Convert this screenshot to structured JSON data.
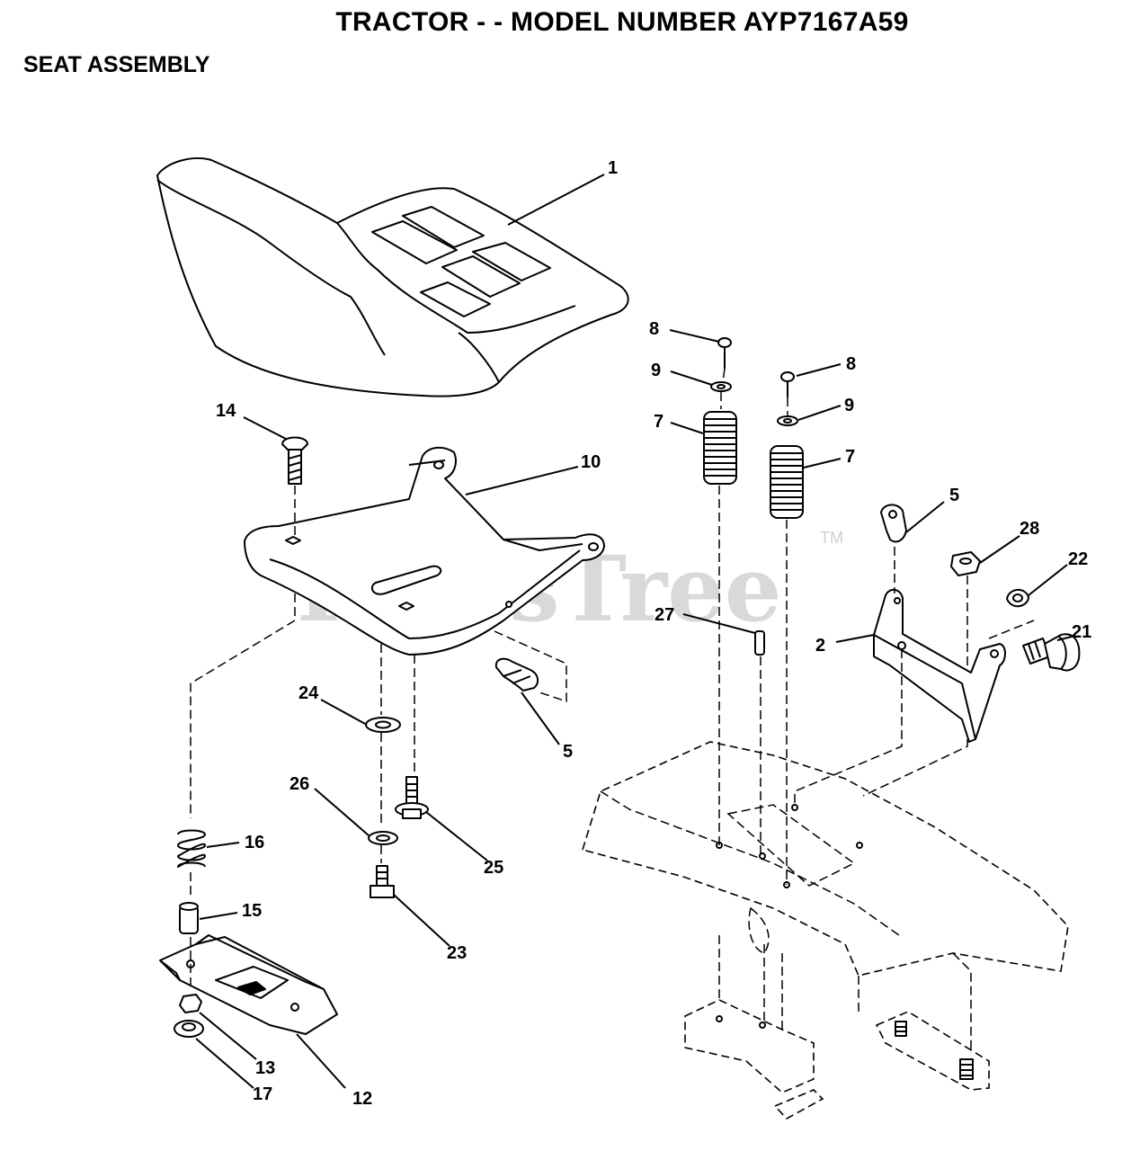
{
  "header": {
    "title": "TRACTOR - - MODEL NUMBER AYP7167A59",
    "subtitle": "SEAT ASSEMBLY"
  },
  "watermark": {
    "text": "PartsTree",
    "mark": "TM"
  },
  "callouts": {
    "c1": "1",
    "c2": "2",
    "c5a": "5",
    "c5b": "5",
    "c7a": "7",
    "c7b": "7",
    "c8a": "8",
    "c8b": "8",
    "c9a": "9",
    "c9b": "9",
    "c10": "10",
    "c12": "12",
    "c13": "13",
    "c14": "14",
    "c15": "15",
    "c16": "16",
    "c17": "17",
    "c21": "21",
    "c22": "22",
    "c23": "23",
    "c24": "24",
    "c25": "25",
    "c26": "26",
    "c27": "27",
    "c28": "28"
  }
}
